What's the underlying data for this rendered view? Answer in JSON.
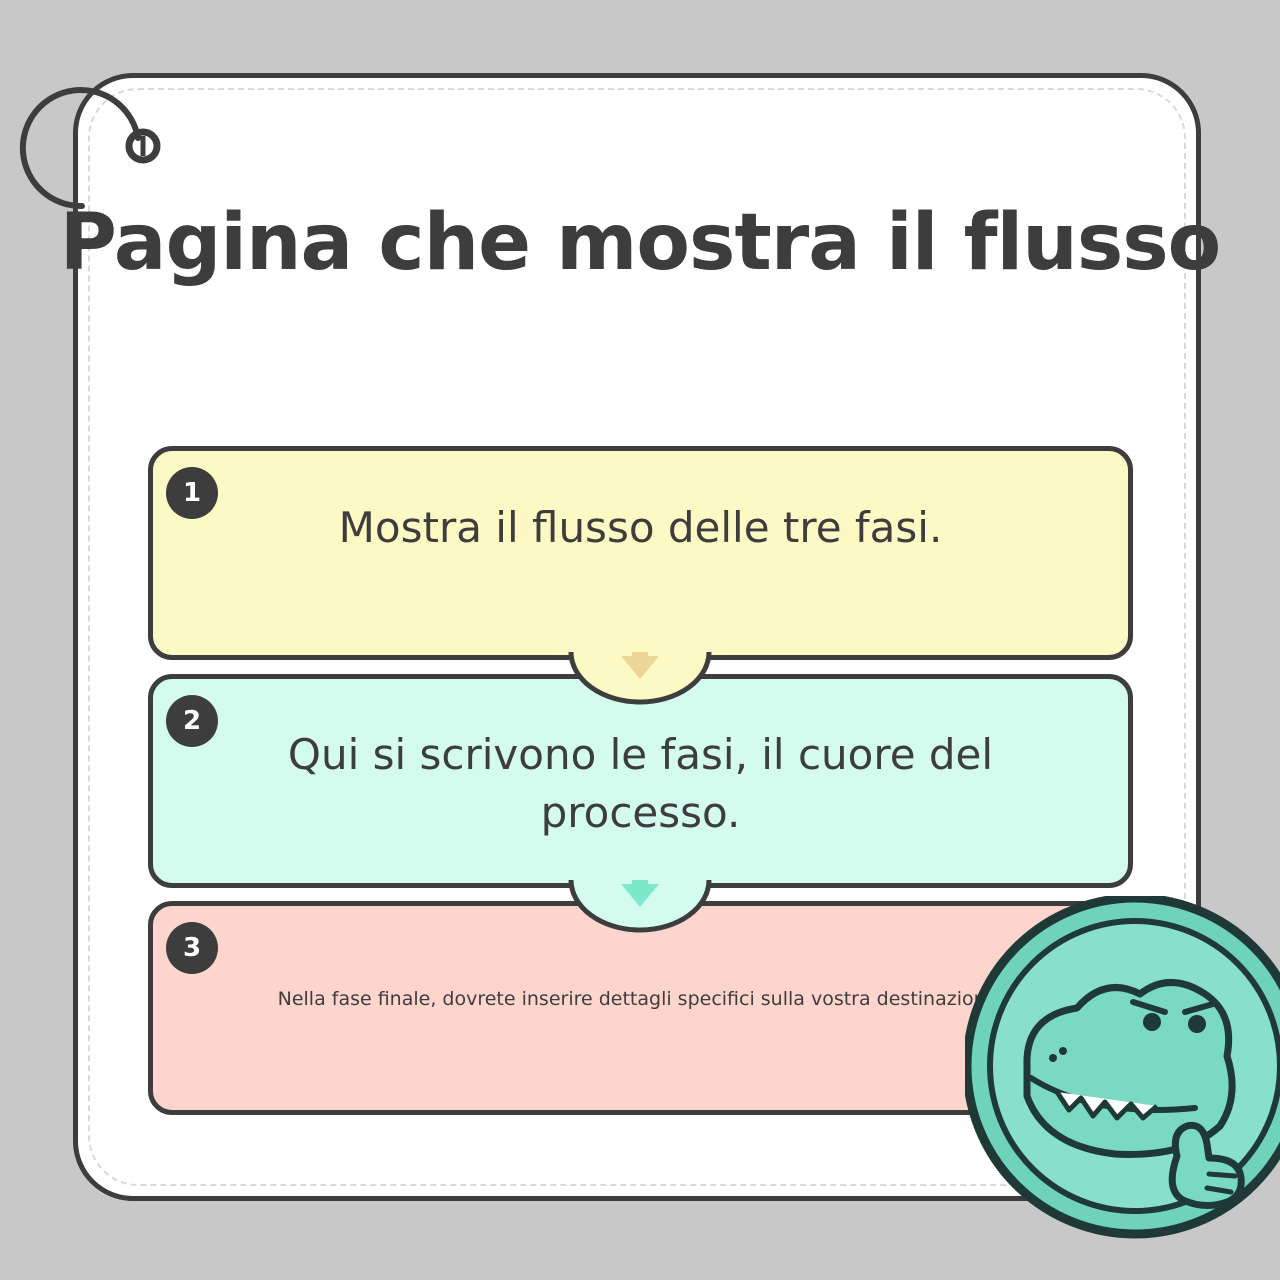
{
  "title": "Pagina che mostra il flusso",
  "steps": [
    {
      "number": "1",
      "text": "Mostra il flusso delle tre fasi.",
      "color": "#fdf9c5",
      "arrow_color": "#ebd597"
    },
    {
      "number": "2",
      "text": "Qui si scrivono le fasi, il cuore del processo.",
      "color": "#d3fcee",
      "arrow_color": "#7ee8cb"
    },
    {
      "number": "3",
      "text": "Nella fase finale, dovrete inserire dettagli specifici sulla vostra destinazione.",
      "color": "#fed5cd"
    }
  ],
  "colors": {
    "background": "#c8c8c8",
    "card": "#ffffff",
    "outline": "#3d3d3d",
    "mascot": "#7ad9c3"
  },
  "icons": {
    "ring": "ring-hook-icon",
    "arrows": "arrow-down-icon",
    "mascot": "crocodile-thumbs-up-icon"
  }
}
